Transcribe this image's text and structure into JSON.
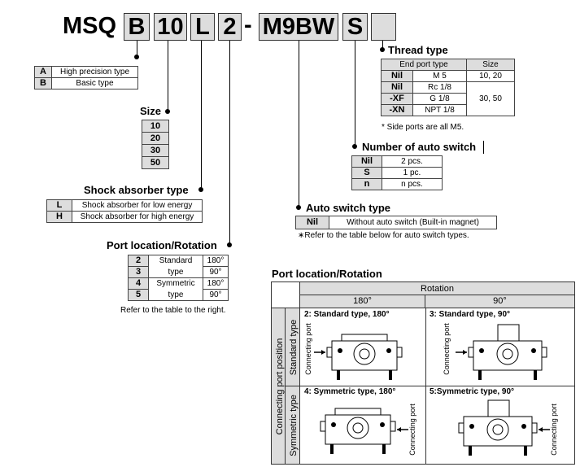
{
  "model_code": {
    "prefix": "MSQ",
    "parts": [
      "B",
      "10",
      "L",
      "2",
      "M9BW",
      "S",
      ""
    ],
    "dash": "-"
  },
  "body_option": {
    "rows": [
      {
        "key": "A",
        "value": "High precision type"
      },
      {
        "key": "B",
        "value": "Basic type"
      }
    ]
  },
  "size": {
    "title": "Size",
    "values": [
      "10",
      "20",
      "30",
      "50"
    ]
  },
  "shock_absorber": {
    "title": "Shock absorber type",
    "rows": [
      {
        "key": "L",
        "value": "Shock absorber for low energy"
      },
      {
        "key": "H",
        "value": "Shock absorber for high energy"
      }
    ]
  },
  "port_location": {
    "title": "Port location/Rotation",
    "rows": [
      {
        "key": "2",
        "label_a": "Standard",
        "angle": "180°"
      },
      {
        "key": "3",
        "label_b": "type",
        "angle": "90°"
      },
      {
        "key": "4",
        "label_a": "Symmetric",
        "angle": "180°"
      },
      {
        "key": "5",
        "label_b": "type",
        "angle": "90°"
      }
    ],
    "note": "Refer to the table to the right."
  },
  "thread_type": {
    "title": "Thread type",
    "headers": [
      "End port type",
      "Size"
    ],
    "rows": [
      {
        "key": "Nil",
        "port": "M 5",
        "size": "10, 20"
      },
      {
        "key": "Nil",
        "port": "Rc 1/8",
        "size": ""
      },
      {
        "key": "-XF",
        "port": "G 1/8",
        "size": "30, 50"
      },
      {
        "key": "-XN",
        "port": "NPT 1/8",
        "size": ""
      }
    ],
    "note": "* Side ports are all M5."
  },
  "auto_switch_number": {
    "title": "Number of auto switch",
    "rows": [
      {
        "key": "Nil",
        "value": "2 pcs."
      },
      {
        "key": "S",
        "value": "1 pc."
      },
      {
        "key": "n",
        "value": "n pcs."
      }
    ]
  },
  "auto_switch_type": {
    "title": "Auto switch type",
    "rows": [
      {
        "key": "Nil",
        "value": "Without auto switch (Built-in magnet)"
      }
    ],
    "note": "∗Refer to the table below for auto switch types."
  },
  "port_table": {
    "title": "Port location/Rotation",
    "rotation_label": "Rotation",
    "col_180": "180°",
    "col_90": "90°",
    "side_outer": "Connecting port position",
    "side_standard": "Standard type",
    "side_symmetric": "Symmetric type",
    "cells": [
      {
        "title": "2: Standard type, 180°",
        "port_label": "Connecting port"
      },
      {
        "title": "3: Standard type, 90°",
        "port_label": "Connecting port"
      },
      {
        "title": "4: Symmetric type, 180°",
        "port_label": "Connecting port"
      },
      {
        "title": "5:Symmetric type, 90°",
        "port_label": "Connecting port"
      }
    ]
  }
}
